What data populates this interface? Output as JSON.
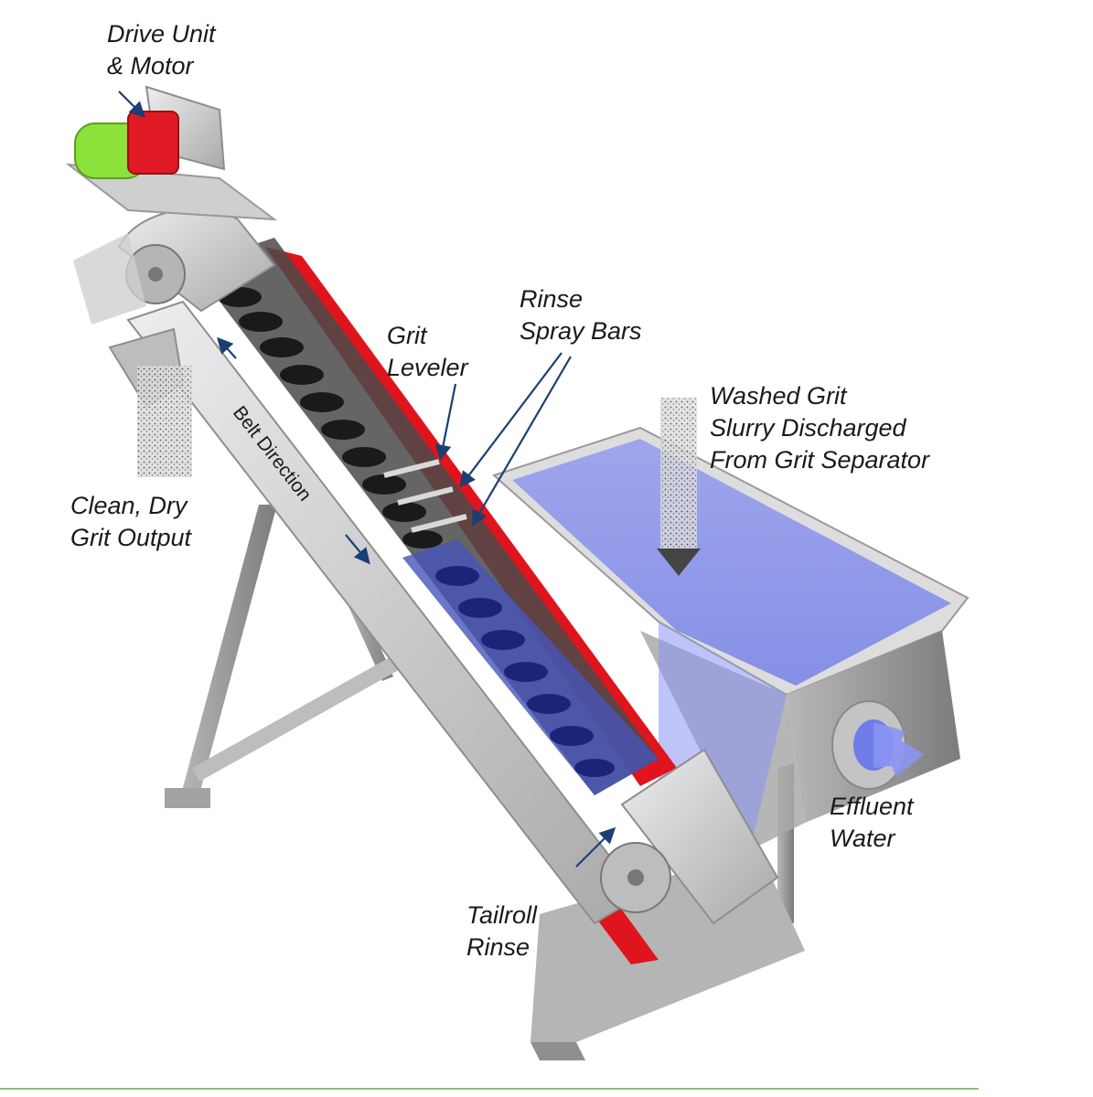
{
  "labels": {
    "drive_unit_line1": "Drive Unit",
    "drive_unit_line2": "& Motor",
    "rinse_line1": "Rinse",
    "rinse_line2": "Spray Bars",
    "grit_leveler_line1": "Grit",
    "grit_leveler_line2": "Leveler",
    "washed_line1": "Washed Grit",
    "washed_line2": "Slurry Discharged",
    "washed_line3": "From Grit Separator",
    "clean_line1": "Clean, Dry",
    "clean_line2": "Grit Output",
    "belt_direction": "Belt Direction",
    "effluent_line1": "Effluent",
    "effluent_line2": "Water",
    "tailroll_line1": "Tailroll",
    "tailroll_line2": "Rinse"
  },
  "colors": {
    "frame": "#c9c9c9",
    "frame_dark": "#8e8e8e",
    "belt_red": "#e0141c",
    "water_blue": "#8a93f2",
    "grit": "#1a1a1a",
    "motor_green": "#8ae23a",
    "gearbox_red": "#e01a24",
    "arrow_blue": "#1b3f73"
  }
}
